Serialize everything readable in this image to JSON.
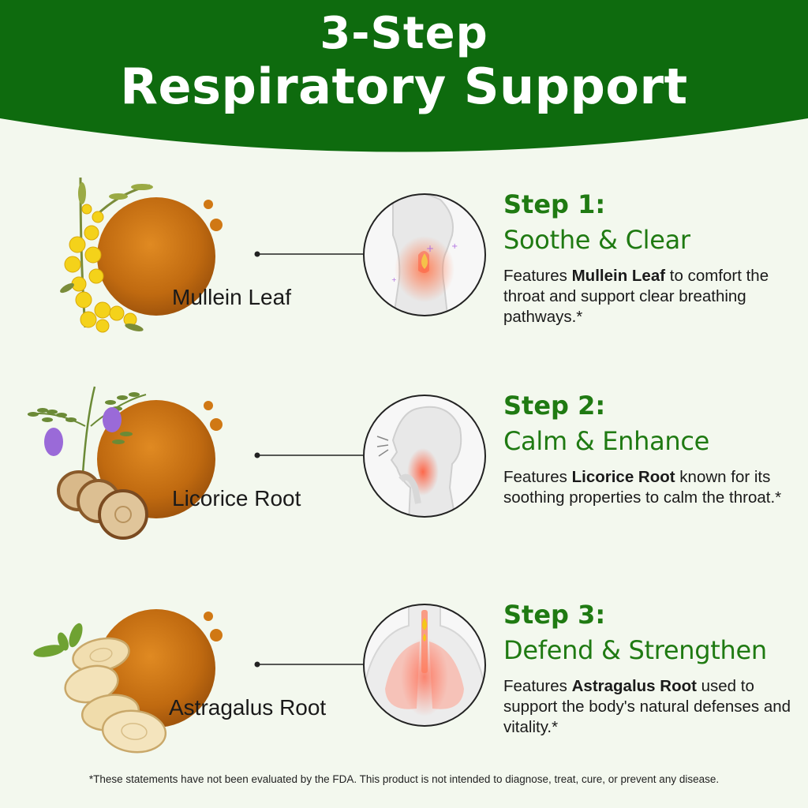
{
  "header": {
    "title_line1": "3-Step",
    "title_line2": "Respiratory Support",
    "bg_color": "#0e6b0e"
  },
  "steps": [
    {
      "ingredient": "Mullein Leaf",
      "title": "Step 1:",
      "subtitle": "Soothe & Clear",
      "desc_prefix": "Features ",
      "desc_bold": "Mullein Leaf",
      "desc_suffix": " to comfort the throat and support clear breathing pathways.*",
      "illustration_icon": "mullein-flower-icon",
      "body_icon": "throat-icon"
    },
    {
      "ingredient": "Licorice Root",
      "title": "Step 2:",
      "subtitle": "Calm & Enhance",
      "desc_prefix": "Features ",
      "desc_bold": "Licorice Root",
      "desc_suffix": " known for its soothing properties to calm the throat.*",
      "illustration_icon": "licorice-plant-icon",
      "body_icon": "head-profile-icon"
    },
    {
      "ingredient": "Astragalus Root",
      "title": "Step 3:",
      "subtitle": "Defend & Strengthen",
      "desc_prefix": "Features ",
      "desc_bold": "Astragalus Root",
      "desc_suffix": " used to support the body's natural defenses and vitality.*",
      "illustration_icon": "astragalus-root-icon",
      "body_icon": "lungs-icon"
    }
  ],
  "colors": {
    "accent_green": "#1f7a12",
    "oil_amber": "#c06a10"
  },
  "disclaimer": "*These statements have not been evaluated by the FDA. This product is not intended to  diagnose, treat, cure, or prevent any disease."
}
